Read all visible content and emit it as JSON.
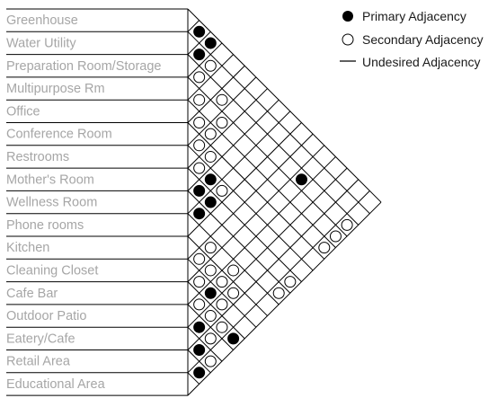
{
  "rooms": [
    "Greenhouse",
    "Water Utility",
    "Preparation Room/Storage",
    "Multipurpose Rm",
    "Office",
    "Conference Room",
    "Restrooms",
    "Mother's Room",
    "Wellness Room",
    "Phone rooms",
    "Kitchen",
    "Cleaning Closet",
    "Cafe Bar",
    "Outdoor Patio",
    "Eatery/Cafe",
    "Retail Area",
    "Educational Area"
  ],
  "legend": {
    "primary": "Primary Adjacency",
    "secondary": "Secondary Adjacency",
    "undesired": "Undesired Adjacency"
  },
  "adjacencies": [
    {
      "pair": [
        0,
        1
      ],
      "type": "primary"
    },
    {
      "pair": [
        1,
        2
      ],
      "type": "primary"
    },
    {
      "pair": [
        0,
        2
      ],
      "type": "primary"
    },
    {
      "pair": [
        2,
        3
      ],
      "type": "secondary"
    },
    {
      "pair": [
        1,
        3
      ],
      "type": "secondary"
    },
    {
      "pair": [
        3,
        4
      ],
      "type": "secondary"
    },
    {
      "pair": [
        2,
        5
      ],
      "type": "secondary"
    },
    {
      "pair": [
        4,
        5
      ],
      "type": "secondary"
    },
    {
      "pair": [
        3,
        6
      ],
      "type": "secondary"
    },
    {
      "pair": [
        4,
        6
      ],
      "type": "secondary"
    },
    {
      "pair": [
        5,
        6
      ],
      "type": "secondary"
    },
    {
      "pair": [
        5,
        7
      ],
      "type": "secondary"
    },
    {
      "pair": [
        6,
        7
      ],
      "type": "secondary"
    },
    {
      "pair": [
        7,
        8
      ],
      "type": "primary"
    },
    {
      "pair": [
        6,
        8
      ],
      "type": "primary"
    },
    {
      "pair": [
        7,
        9
      ],
      "type": "primary"
    },
    {
      "pair": [
        6,
        9
      ],
      "type": "secondary"
    },
    {
      "pair": [
        8,
        9
      ],
      "type": "primary"
    },
    {
      "pair": [
        2,
        16
      ],
      "type": "secondary"
    },
    {
      "pair": [
        9,
        11
      ],
      "type": "secondary"
    },
    {
      "pair": [
        10,
        11
      ],
      "type": "secondary"
    },
    {
      "pair": [
        11,
        12
      ],
      "type": "secondary"
    },
    {
      "pair": [
        9,
        13
      ],
      "type": "secondary"
    },
    {
      "pair": [
        10,
        12
      ],
      "type": "secondary"
    },
    {
      "pair": [
        10,
        13
      ],
      "type": "secondary"
    },
    {
      "pair": [
        10,
        14
      ],
      "type": "secondary"
    },
    {
      "pair": [
        11,
        13
      ],
      "type": "primary"
    },
    {
      "pair": [
        11,
        14
      ],
      "type": "secondary"
    },
    {
      "pair": [
        12,
        13
      ],
      "type": "secondary"
    },
    {
      "pair": [
        8,
        16
      ],
      "type": "secondary"
    },
    {
      "pair": [
        12,
        14
      ],
      "type": "secondary"
    },
    {
      "pair": [
        13,
        14
      ],
      "type": "primary"
    },
    {
      "pair": [
        12,
        15
      ],
      "type": "secondary"
    },
    {
      "pair": [
        12,
        16
      ],
      "type": "primary"
    },
    {
      "pair": [
        13,
        15
      ],
      "type": "secondary"
    },
    {
      "pair": [
        14,
        15
      ],
      "type": "primary"
    },
    {
      "pair": [
        14,
        16
      ],
      "type": "secondary"
    },
    {
      "pair": [
        15,
        16
      ],
      "type": "primary"
    },
    {
      "pair": [
        2,
        12
      ],
      "type": "primary"
    },
    {
      "pair": [
        7,
        16
      ],
      "type": "secondary"
    },
    {
      "pair": [
        4,
        16
      ],
      "type": "secondary"
    },
    {
      "pair": [
        3,
        16
      ],
      "type": "secondary"
    }
  ]
}
